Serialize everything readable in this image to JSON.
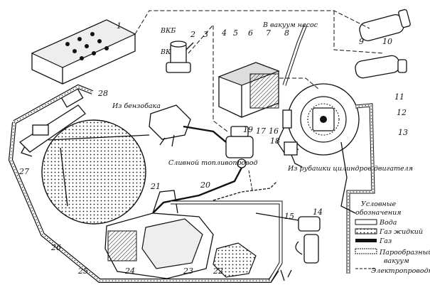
{
  "labels": {
    "fuel_tank_source": "Из бензобака",
    "to_vacuum_pump": "В вакуум насос",
    "drain_pipeline": "Сливной топливопровод",
    "from_cylinder_jacket": "Из рубашки цилиндров двигателя",
    "vkb": "ВКБ",
    "vk": "ВК"
  },
  "callouts": [
    "1",
    "2",
    "3",
    "4",
    "5",
    "6",
    "7",
    "8",
    "9",
    "10",
    "11",
    "12",
    "13",
    "14",
    "15",
    "16",
    "17",
    "18",
    "19",
    "20",
    "21",
    "22",
    "23",
    "24",
    "25",
    "26",
    "27",
    "28"
  ],
  "legend": {
    "title_line1": "Условные",
    "title_line2": "обозначения",
    "items": [
      {
        "key": "water",
        "label": "Вода"
      },
      {
        "key": "liquid-gas",
        "label": "Газ жидкий"
      },
      {
        "key": "gas",
        "label": "Газ"
      },
      {
        "key": "vapor-gas",
        "label": "Парообразный"
      },
      {
        "key": "vacuum",
        "label": "вакуум"
      },
      {
        "key": "wiring",
        "label": "Электропроводка"
      }
    ]
  }
}
